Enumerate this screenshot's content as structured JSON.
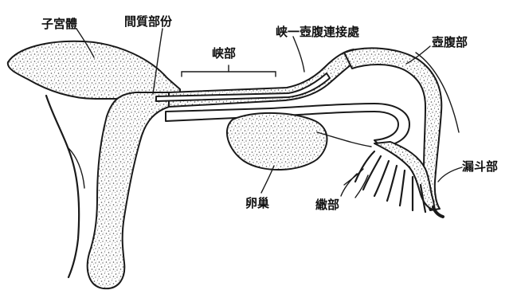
{
  "labels": {
    "uterus_body": "子宮體",
    "interstitial": "間質部份",
    "isthmus": "峡部",
    "isthmus_ampulla_junction": "峡一壺腹連接處",
    "ampulla": "壺腹部",
    "infundibulum": "漏斗部",
    "ovary": "卵巢",
    "fimbriae": "繖部"
  }
}
